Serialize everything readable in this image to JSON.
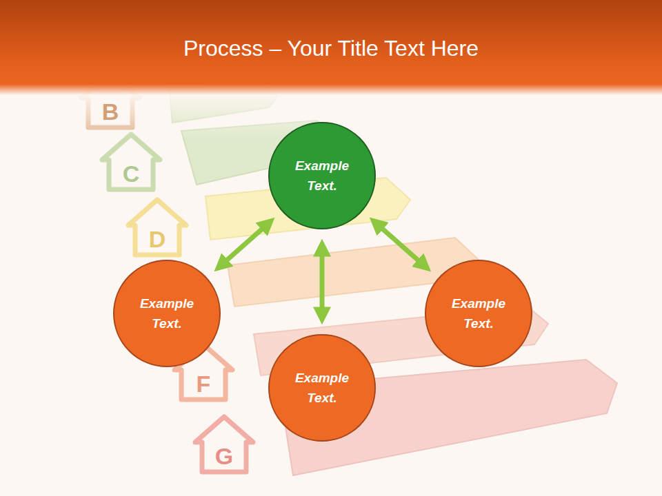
{
  "diagram": {
    "title": "Process – Your Title Text Here",
    "nodes": [
      {
        "text": [
          "Example Text."
        ]
      },
      {
        "text": [
          "Example Text."
        ]
      },
      {
        "text": [
          "Example Text."
        ]
      },
      {
        "text": [
          "Example Text."
        ]
      }
    ],
    "edges": [
      {
        "from": 0,
        "to": 1,
        "arrow": "both"
      },
      {
        "from": 0,
        "to": 2,
        "arrow": "both"
      },
      {
        "from": 0,
        "to": 3,
        "arrow": "both"
      }
    ],
    "labels": [
      "B",
      "C",
      "D",
      "F",
      "G"
    ]
  }
}
